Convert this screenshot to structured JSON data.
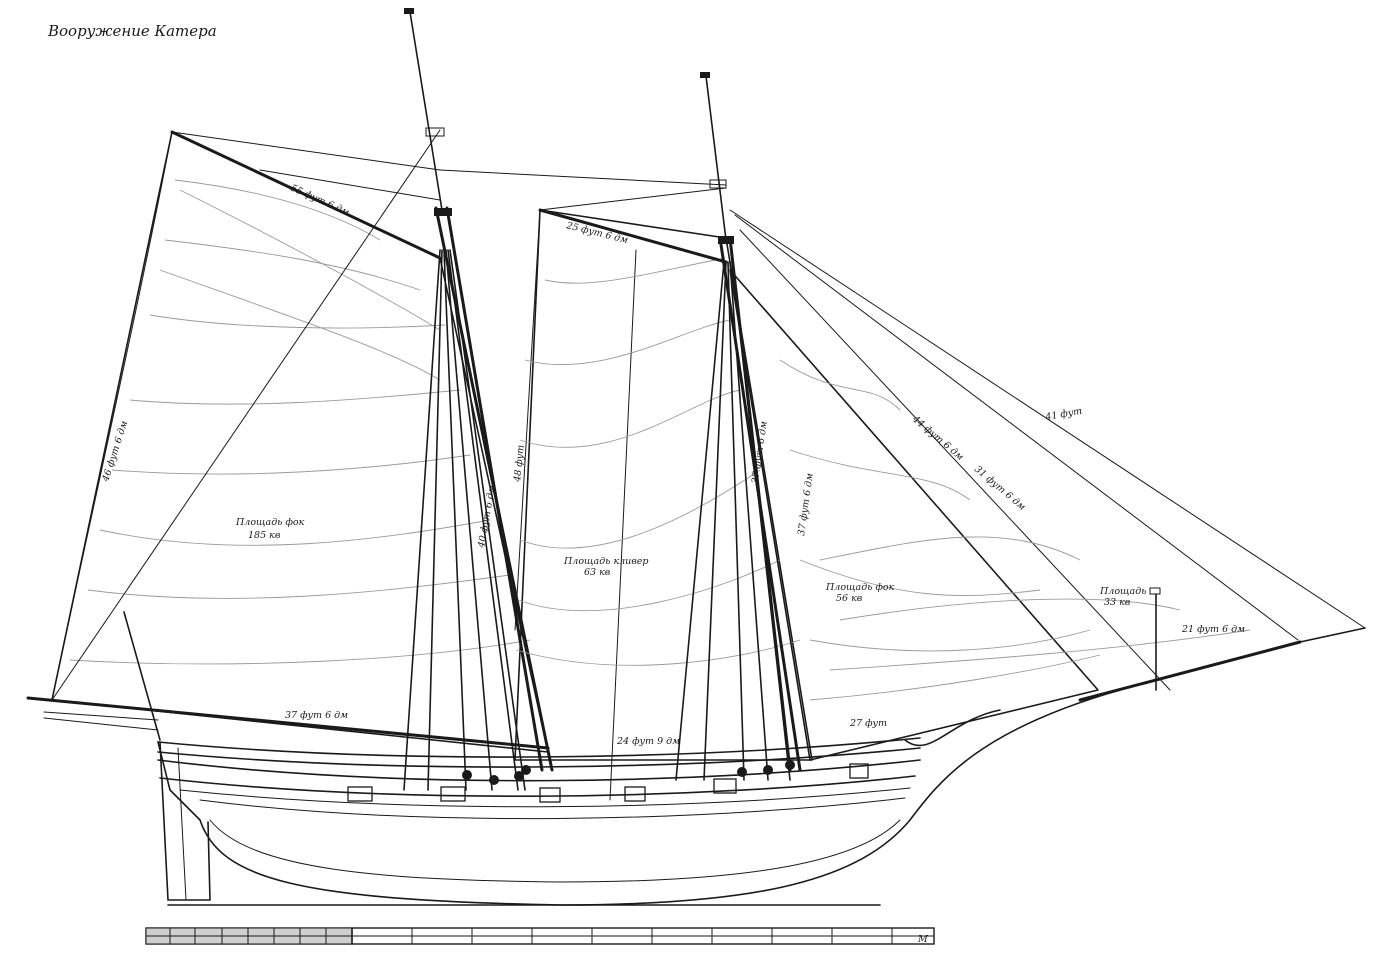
{
  "title": "Вооружение Катера",
  "annotations": {
    "main_gaff_top": "55 фут 6 дм",
    "main_leech": "46 фут 6 дм",
    "main_sail_area": "Площадь фок",
    "main_sail_area_value": "185 кв",
    "main_foot": "37 фут 6 дм",
    "fore_mast": "40 фут 6 дм",
    "mid_leech": "48 фут",
    "mid_sail_name": "Площадь кливер",
    "mid_sail_value": "63 кв",
    "fore_gaff": "25 фут 6 дм",
    "fore_foot": "24 фут 9 дм",
    "fore_mast_height": "37 фут 6 дм",
    "fore_luff": "37 фут 6 дм",
    "fore_sail_area": "Площадь фок",
    "fore_sail_value": "56 кв",
    "foresail_stay": "44 фут 6 дм",
    "jib_stay": "31 фут 6 дм",
    "outer_jib": "41 фут",
    "jib_area": "Площадь",
    "jib_area_value": "33 кв",
    "bowsprit": "21 фут 6 дм",
    "fore_boom": "27 фут"
  },
  "scale_bar": {
    "label": "М"
  }
}
